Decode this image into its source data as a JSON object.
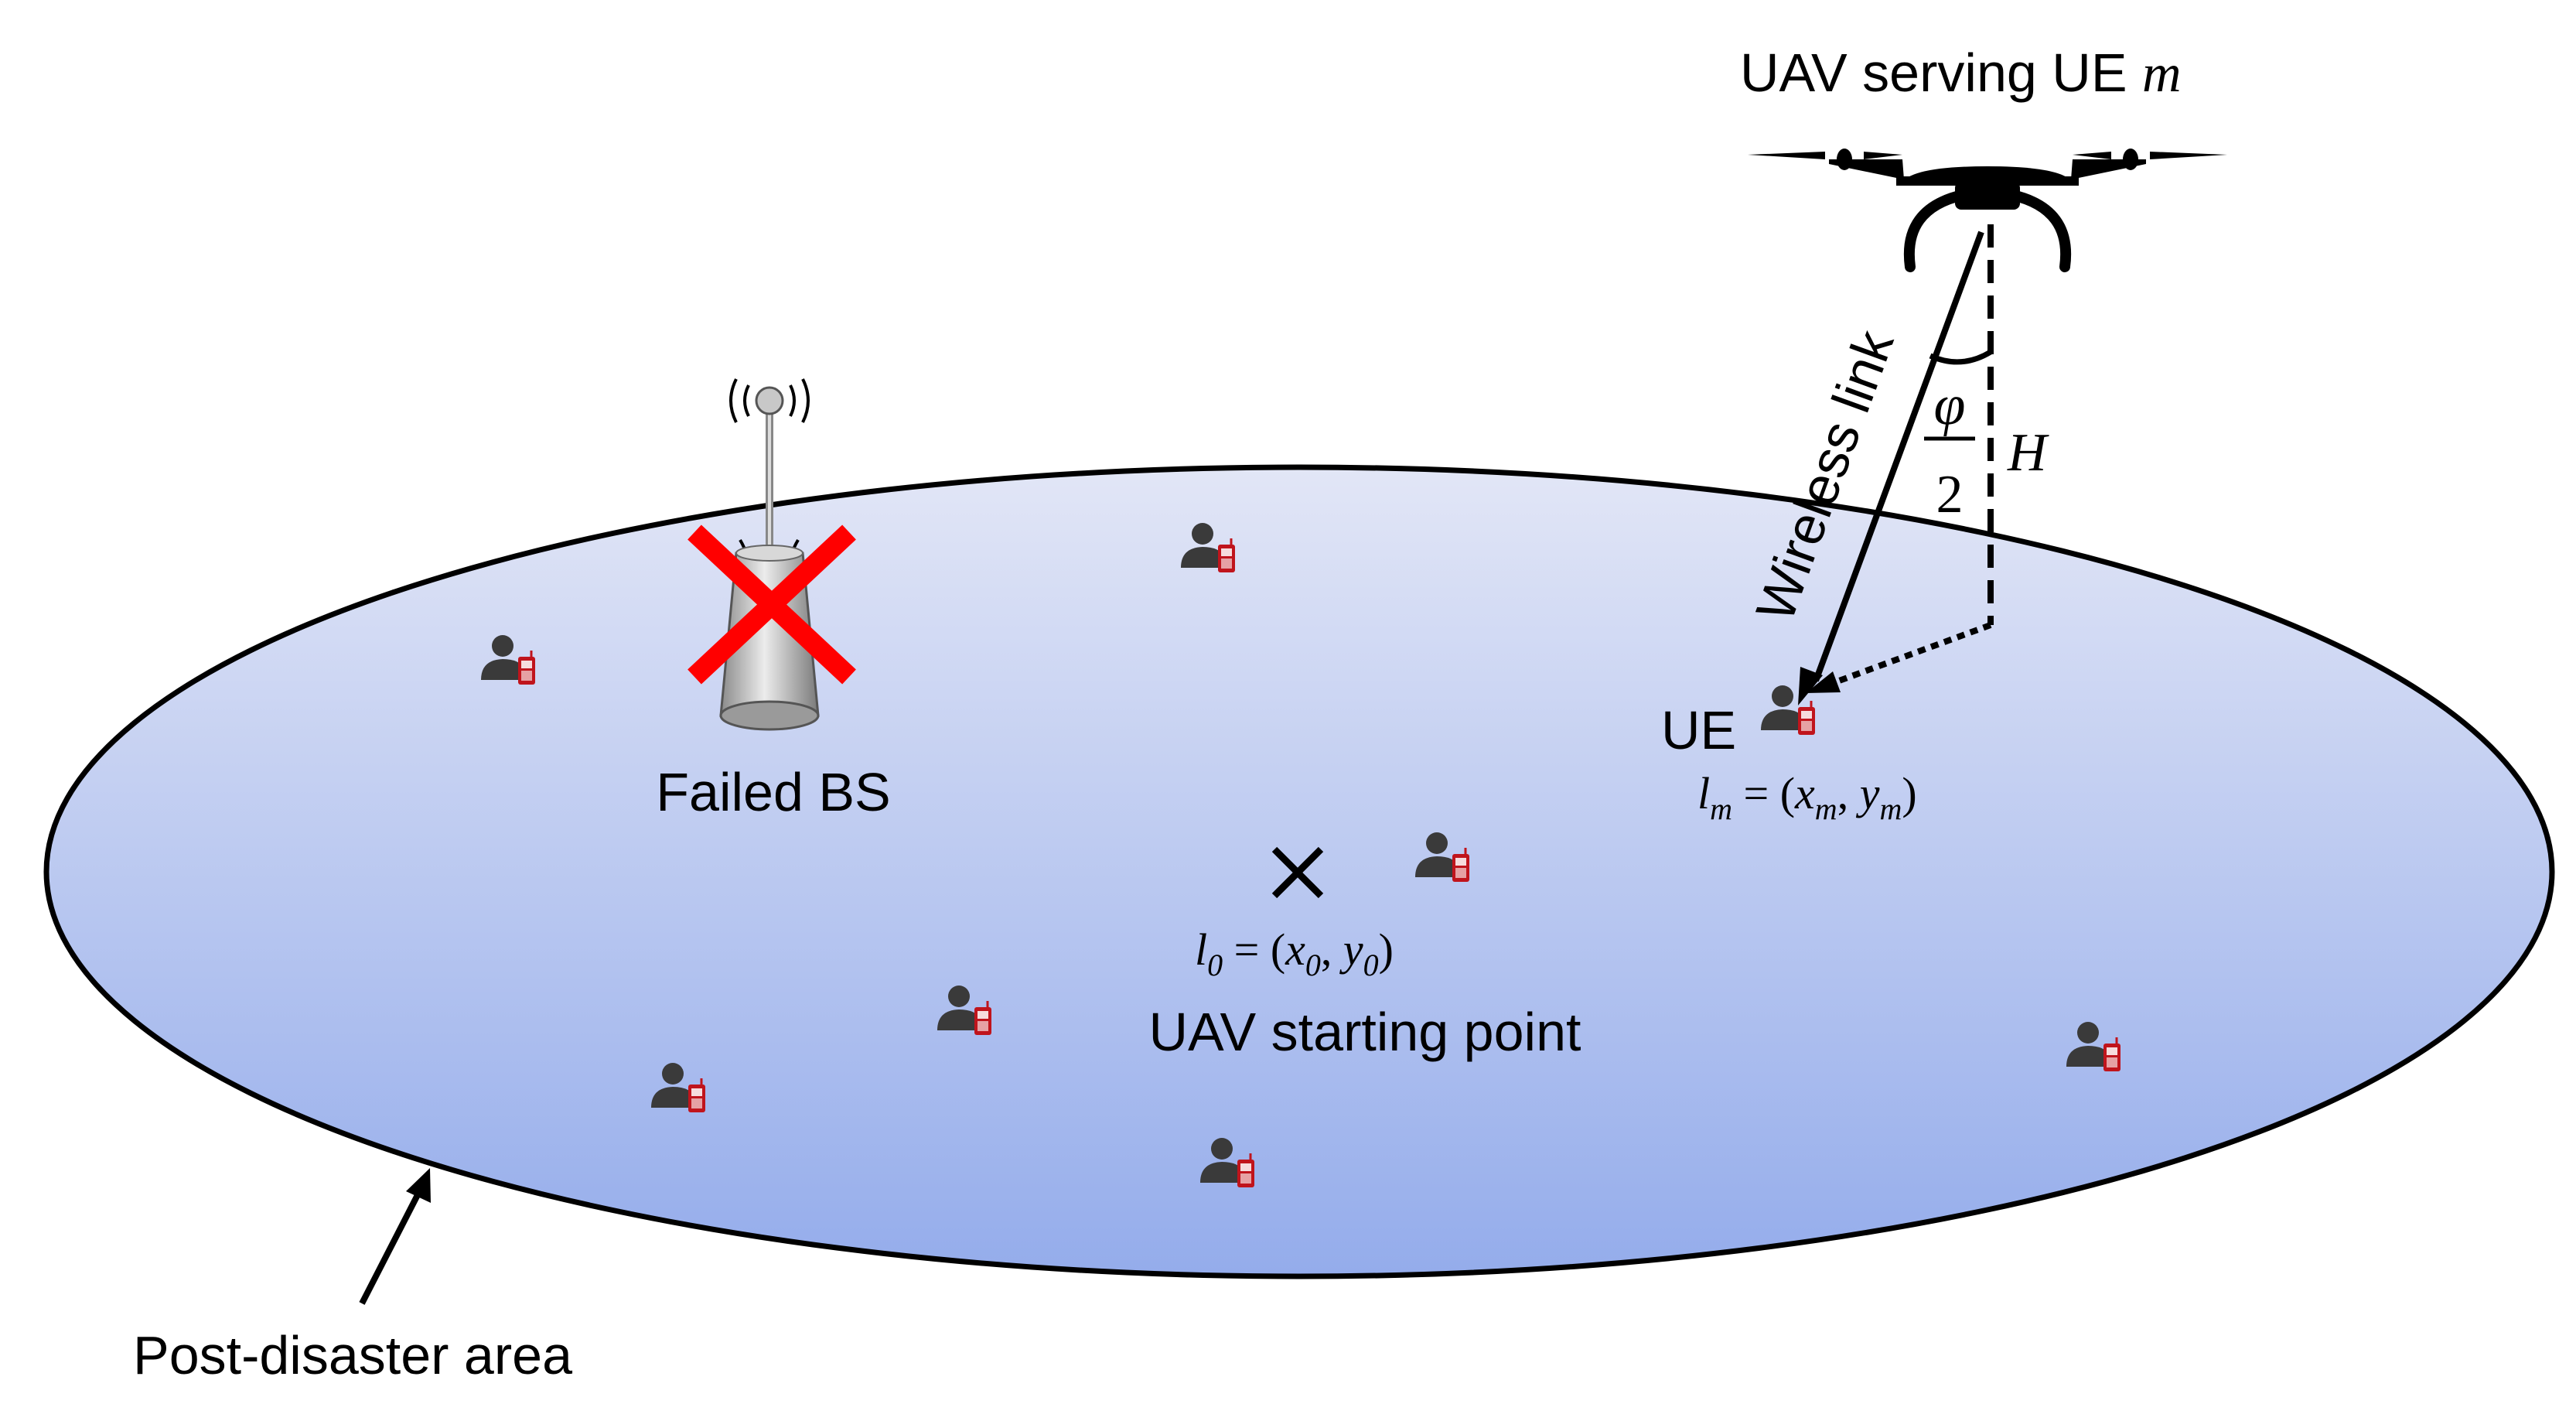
{
  "labels": {
    "uav_title_prefix": "UAV serving UE ",
    "uav_title_var": "m",
    "failed_bs": "Failed BS",
    "wireless_link": "Wireless link",
    "angle_num": "φ",
    "angle_den": "2",
    "height": "H",
    "ue": "UE",
    "ue_loc": {
      "l": "l",
      "sub": "m",
      "eq": " = (",
      "x": "x",
      "comma": ", ",
      "y": "y",
      "close": ")"
    },
    "start_loc": {
      "l": "l",
      "sub": "0",
      "eq": " = (",
      "x": "x",
      "comma": ", ",
      "y": "y",
      "close": ")"
    },
    "start_point": "UAV starting point",
    "area": "Post-disaster area"
  },
  "colors": {
    "area_top": "#e2e6f6",
    "area_bottom": "#94aceb",
    "failure_cross": "#ff0000",
    "ue_phone": "#c0141c",
    "ue_person": "#3a3a3a"
  },
  "icons": {
    "drone": "drone-icon",
    "base_station": "antenna-tower-icon",
    "user": "user-with-phone-icon",
    "failure": "red-x-icon",
    "start": "x-mark-icon"
  }
}
